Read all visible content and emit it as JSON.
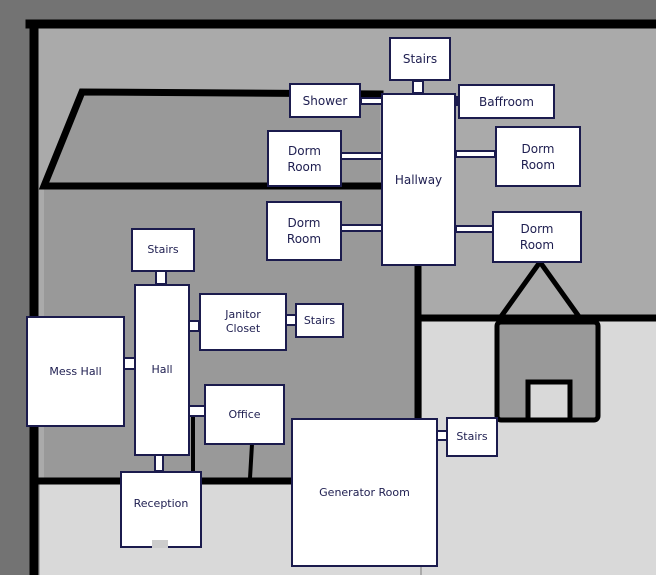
{
  "title": "Floor plan map",
  "colors": {
    "border": "#1b1b4d",
    "text": "#1e1e50",
    "background": "#737373",
    "wall": "#000000"
  },
  "rooms": {
    "stairs_top": "Stairs",
    "shower": "Shower",
    "baffroom": "Baffroom",
    "hallway": "Hallway",
    "dorm_l1": "Dorm Room",
    "dorm_r1": "Dorm Room",
    "dorm_l2": "Dorm Room",
    "dorm_r2": "Dorm Room",
    "stairs_hall": "Stairs",
    "hall": "Hall",
    "janitor_closet": "Janitor Closet",
    "stairs_janitor": "Stairs",
    "mess_hall": "Mess Hall",
    "office": "Office",
    "generator_room": "Generator Room",
    "stairs_generator": "Stairs",
    "reception": "Reception"
  }
}
